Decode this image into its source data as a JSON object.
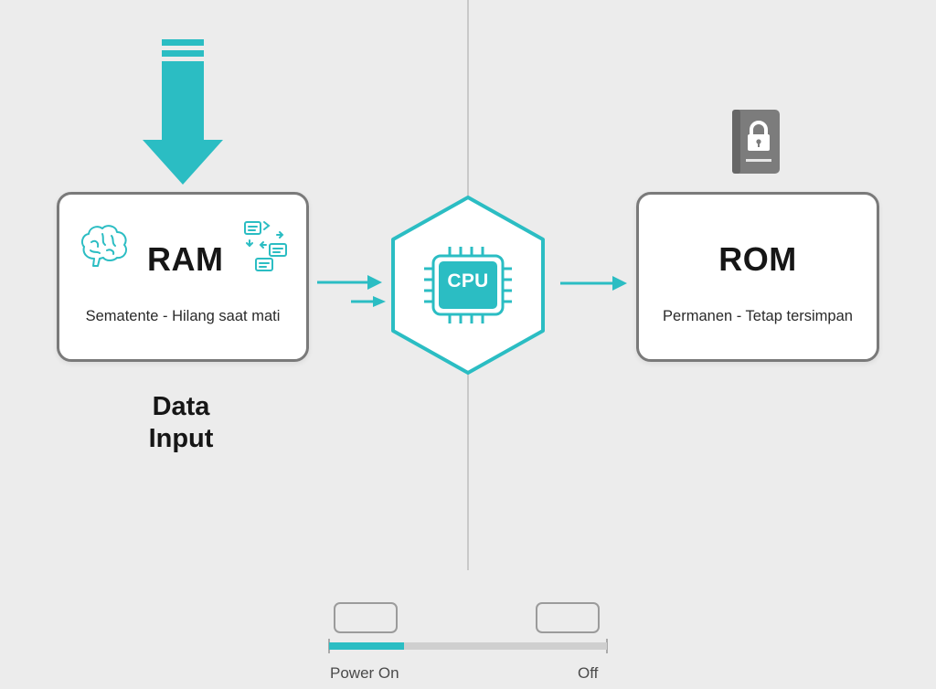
{
  "colors": {
    "accent": "#2bbdc3",
    "border": "#7a7a7a",
    "lock": "#7c7c7c",
    "background": "#ececec"
  },
  "ram": {
    "title": "RAM",
    "description": "Sematente - Hilang saat mati",
    "icons": [
      "brain-icon",
      "data-exchange-icon"
    ]
  },
  "rom": {
    "title": "ROM",
    "description": "Permanen - Tetap tersimpan",
    "icons": [
      "locked-book-icon"
    ]
  },
  "cpu": {
    "label": "CPU",
    "icons": [
      "chip-icon"
    ]
  },
  "data_input": {
    "line1": "Data",
    "line2": "Input",
    "icons": [
      "down-arrow-icon"
    ]
  },
  "power": {
    "on_label": "Power On",
    "off_label": "Off",
    "level": 0.27
  }
}
